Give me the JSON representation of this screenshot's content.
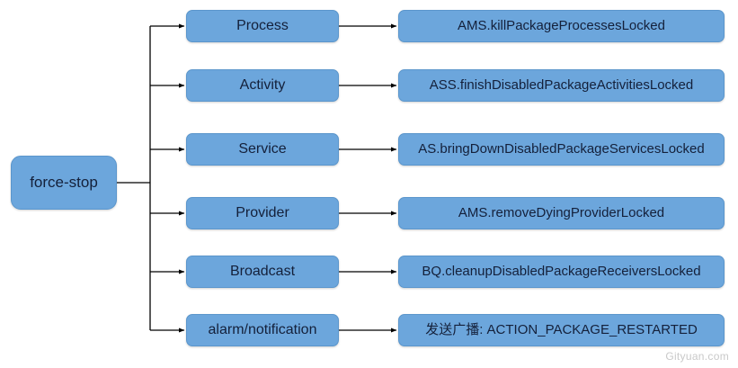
{
  "diagram": {
    "title": "force-stop",
    "type": "tree",
    "root": {
      "label": "force-stop"
    },
    "colors": {
      "node_fill": "#6CA6DC",
      "node_border": "#5B96CC",
      "edge": "#000000",
      "text": "#14203a",
      "background": "#ffffff",
      "watermark": "#c9c9c9"
    },
    "branches": [
      {
        "category": "Process",
        "action": "AMS.killPackageProcessesLocked"
      },
      {
        "category": "Activity",
        "action": "ASS.finishDisabledPackageActivitiesLocked"
      },
      {
        "category": "Service",
        "action": "AS.bringDownDisabledPackageServicesLocked"
      },
      {
        "category": "Provider",
        "action": "AMS.removeDyingProviderLocked"
      },
      {
        "category": "Broadcast",
        "action": "BQ.cleanupDisabledPackageReceiversLocked"
      },
      {
        "category": "alarm/notification",
        "action": "发送广播: ACTION_PACKAGE_RESTARTED"
      }
    ]
  },
  "watermark": "Gityuan.com"
}
